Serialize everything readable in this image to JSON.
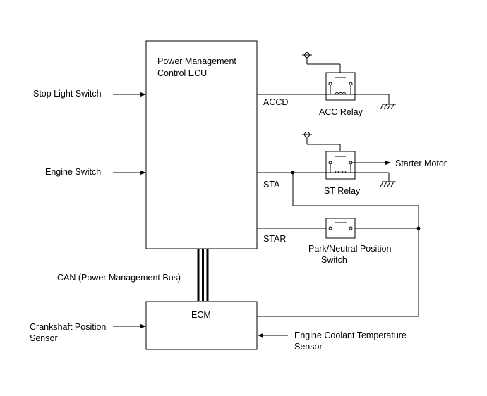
{
  "ecu": {
    "title_line1": "Power Management",
    "title_line2": "Control ECU"
  },
  "ecm": {
    "title": "ECM"
  },
  "inputs": {
    "stop_light_switch": "Stop Light Switch",
    "engine_switch": "Engine Switch",
    "crankshaft_line1": "Crankshaft Position",
    "crankshaft_line2": "Sensor",
    "coolant_line1": "Engine Coolant Temperature",
    "coolant_line2": "Sensor"
  },
  "bus": {
    "label": "CAN (Power Management Bus)"
  },
  "terminals": {
    "accd": "ACCD",
    "sta": "STA",
    "star": "STAR"
  },
  "relays": {
    "acc_relay": "ACC Relay",
    "st_relay": "ST Relay"
  },
  "park_switch": {
    "line1": "Park/Neutral Position",
    "line2": "Switch"
  },
  "outputs": {
    "starter_motor": "Starter Motor"
  }
}
